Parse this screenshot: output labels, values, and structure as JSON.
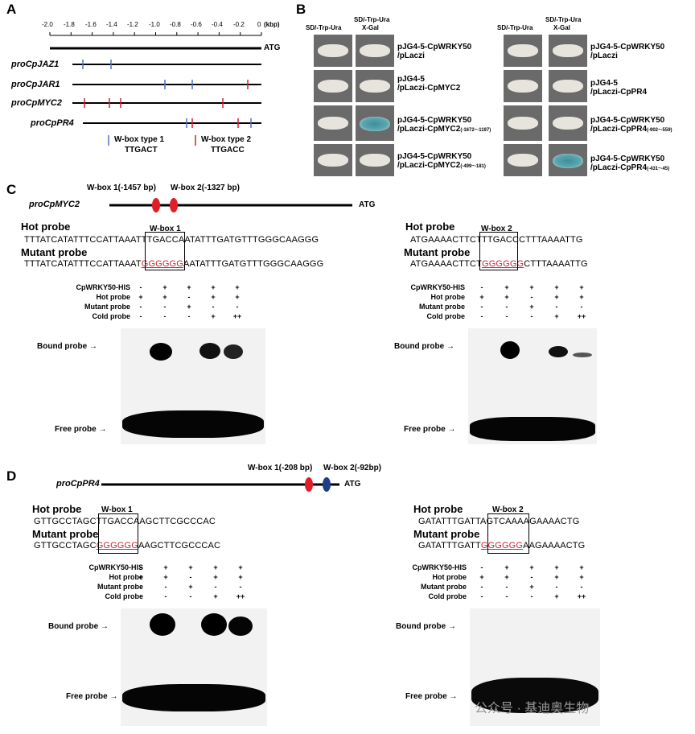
{
  "panelA": {
    "letter": "A",
    "scale_unit": "(kbp)",
    "ticks": [
      "-2.0",
      "-1.8",
      "-1.6",
      "-1.4",
      "-1.2",
      "-1.0",
      "-0.8",
      "-0.6",
      "-0.4",
      "-0.2",
      "0"
    ],
    "atg": "ATG",
    "promoters": [
      "proCpJAZ1",
      "proCpJAR1",
      "proCpMYC2",
      "proCpPR4"
    ],
    "legend1_title": "W-box type 1",
    "legend1_seq": "TTGACT",
    "legend2_title": "W-box type 2",
    "legend2_seq": "TTGACC"
  },
  "panelB": {
    "letter": "B",
    "col1_header": "SD/-Trp-Ura",
    "col2_header": "SD/-Trp-Ura",
    "col2_sub": "X-Gal",
    "left_labels": [
      [
        "pJG4-5-CpWRKY50",
        "/pLaczi",
        ""
      ],
      [
        "pJG4-5",
        "/pLaczi-CpMYC2",
        ""
      ],
      [
        "pJG4-5-CpWRKY50",
        "/pLaczi-CpMYC2",
        "(-1672~-1197)"
      ],
      [
        "pJG4-5-CpWRKY50",
        "/pLaczi-CpMYC2",
        "(-499~-181)"
      ]
    ],
    "right_labels": [
      [
        "pJG4-5-CpWRKY50",
        "/pLaczi",
        ""
      ],
      [
        "pJG4-5",
        "/pLaczi-CpPR4",
        ""
      ],
      [
        "pJG4-5-CpWRKY50",
        "/pLaczi-CpPR4",
        "(-902~-559)"
      ],
      [
        "pJG4-5-CpWRKY50",
        "/pLaczi-CpPR4",
        "(-431~-45)"
      ]
    ]
  },
  "panelC": {
    "letter": "C",
    "promoter": "proCpMYC2",
    "wbox1_label": "W-box 1(-1457 bp)",
    "wbox2_label": "W-box 2(-1327 bp)",
    "atg": "ATG",
    "left": {
      "hot_title": "Hot probe",
      "box_label": "W-box 1",
      "hot_seq_pre": "TTTATCATATTTCCATTAAAT",
      "hot_seq_box": "TTGACC",
      "hot_seq_post": "AATATTTGATGTTTGGGCAAGGG",
      "mut_title": "Mutant probe",
      "mut_seq_pre": "TTTATCATATTTCCATTAAAT",
      "mut_seq_box": "GGGGGG",
      "mut_seq_post": "AATATTTGATGTTTGGGCAAGGG"
    },
    "right": {
      "hot_title": "Hot probe",
      "box_label": "W-box 2",
      "hot_seq_pre": "ATGAAAACTTCT",
      "hot_seq_box": "TTGACC",
      "hot_seq_post": "CTTTAAAATTG",
      "mut_title": "Mutant probe",
      "mut_seq_pre": "ATGAAAACTTCT",
      "mut_seq_box": "GGGGGG",
      "mut_seq_post": "CTTTAAAATTG"
    }
  },
  "panelD": {
    "letter": "D",
    "promoter": "proCpPR4",
    "wbox1_label": "W-box 1(-208 bp)",
    "wbox2_label": "W-box 2(-92bp)",
    "atg": "ATG",
    "left": {
      "hot_title": "Hot probe",
      "box_label": "W-box 1",
      "hot_seq_pre": "GTTGCCTAGC",
      "hot_seq_box": "TTGACC",
      "hot_seq_post": "AAGCTTCGCCCAC",
      "mut_title": "Mutant probe",
      "mut_seq_pre": "GTTGCCTAGC",
      "mut_seq_box": "GGGGGG",
      "mut_seq_post": "AAGCTTCGCCCAC"
    },
    "right": {
      "hot_title": "Hot probe",
      "box_label": "W-box 2",
      "hot_seq_pre": "GATATTTGATT",
      "hot_seq_box": "AGTCAA",
      "hot_seq_post": "AAGAAAACTG",
      "mut_title": "Mutant probe",
      "mut_seq_pre": "GATATTTGATT",
      "mut_seq_box": "GGGGGG",
      "mut_seq_post": "AAGAAAACTG"
    }
  },
  "conditions": {
    "rows": [
      "CpWRKY50-HIS",
      "Hot probe",
      "Mutant probe",
      "Cold probe"
    ],
    "values": [
      [
        "-",
        "+",
        "+",
        "+",
        "+"
      ],
      [
        "+",
        "+",
        "-",
        "+",
        "+"
      ],
      [
        "-",
        "-",
        "+",
        "-",
        "-"
      ],
      [
        "-",
        "-",
        "-",
        "+",
        "++"
      ]
    ]
  },
  "gel_labels": {
    "bound": "Bound probe",
    "free": "Free probe"
  },
  "watermark": "公众号 · 基迪奥生物"
}
